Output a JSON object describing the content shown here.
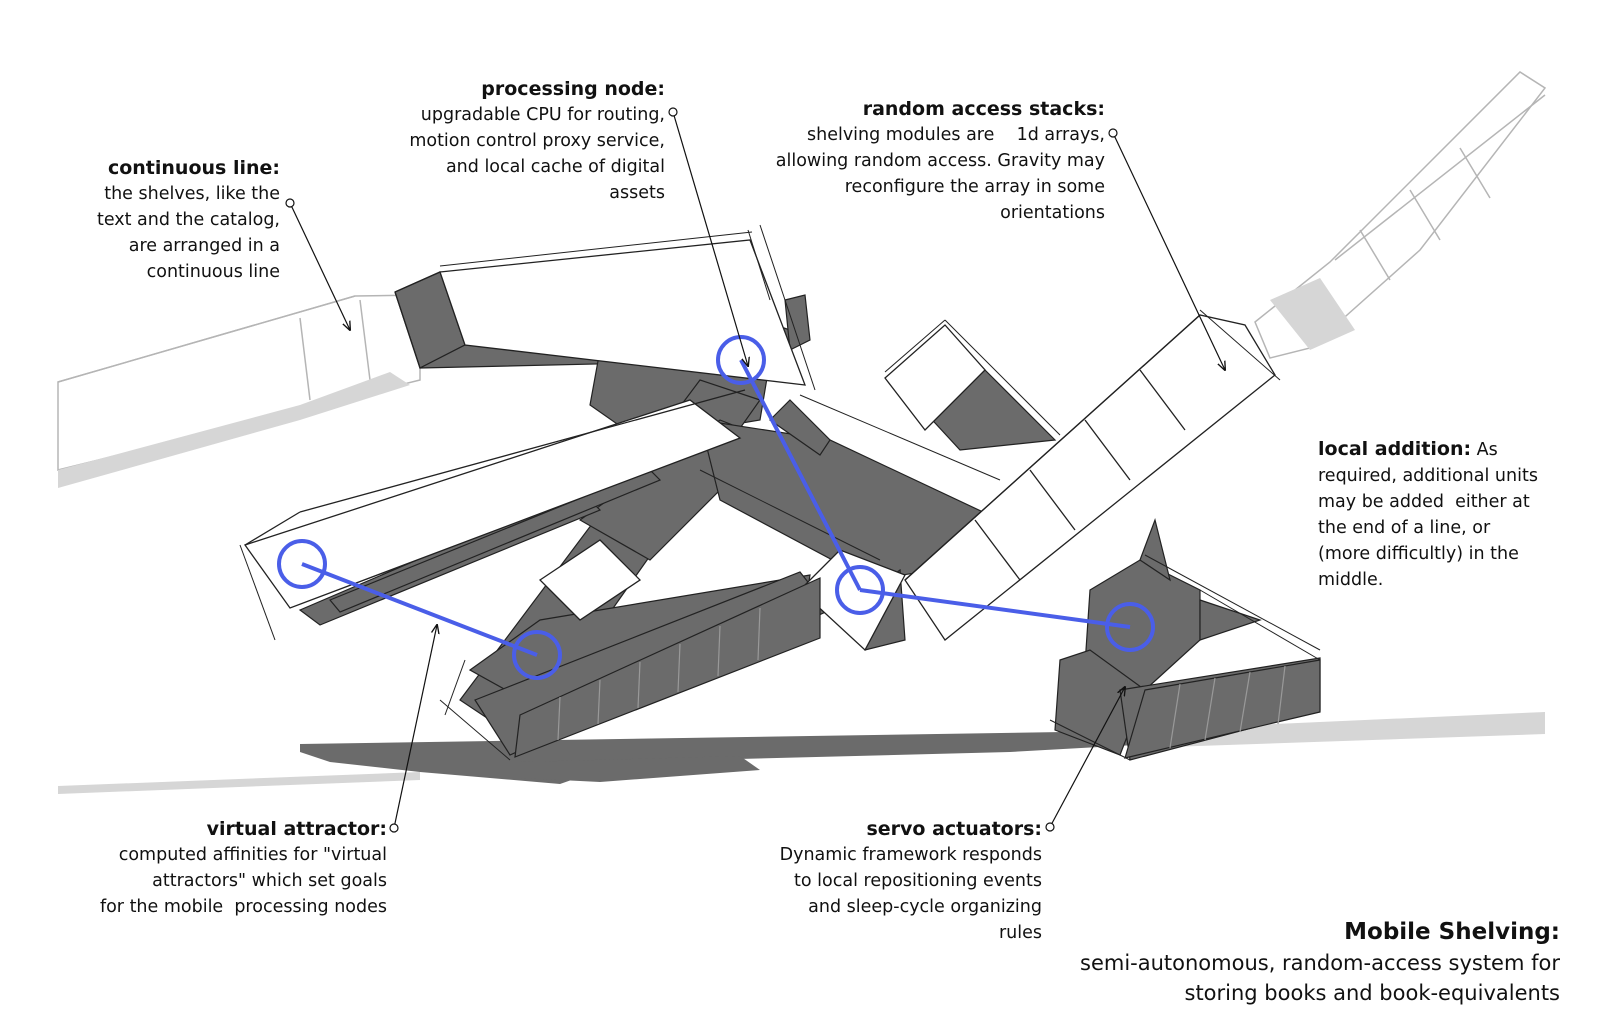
{
  "colors": {
    "shelf_face": "#ffffff",
    "shelf_shadow": "#6b6b6b",
    "ghost_line": "#b5b5b5",
    "ghost_shadow": "#d6d6d6",
    "attractor_blue": "#4a5ee8",
    "leader": "#111111"
  },
  "labels": {
    "continuous_line": {
      "title": "continuous line:",
      "lines": [
        "the shelves, like the",
        "text and the catalog,",
        "are arranged in a",
        "continuous line"
      ]
    },
    "processing_node": {
      "title": "processing node:",
      "lines": [
        "upgradable CPU for routing,",
        "motion control proxy service,",
        "and local cache of digital",
        "assets"
      ]
    },
    "random_access": {
      "title": "random access stacks:",
      "lines": [
        "shelving modules are    1d arrays,",
        "allowing random access. Gravity may",
        "reconfigure the array in some",
        "orientations"
      ]
    },
    "local_addition": {
      "title": "local addition:",
      "title_tail": " As",
      "lines": [
        "required, additional units",
        "may be added  either at",
        "the end of a line, or",
        "(more difficultly) in the",
        "middle."
      ]
    },
    "virtual_attractor": {
      "title": "virtual attractor:",
      "lines": [
        "computed affinities for \"virtual",
        "attractors\" which set goals",
        "for the mobile  processing nodes"
      ]
    },
    "servo_actuators": {
      "title": "servo actuators:",
      "lines": [
        "Dynamic framework responds",
        "to local repositioning events",
        "and sleep-cycle organizing",
        "rules"
      ]
    },
    "mobile_shelving": {
      "title": "Mobile Shelving:",
      "lines": [
        "semi-autonomous, random-access system for",
        "storing books and book-equivalents"
      ]
    }
  }
}
